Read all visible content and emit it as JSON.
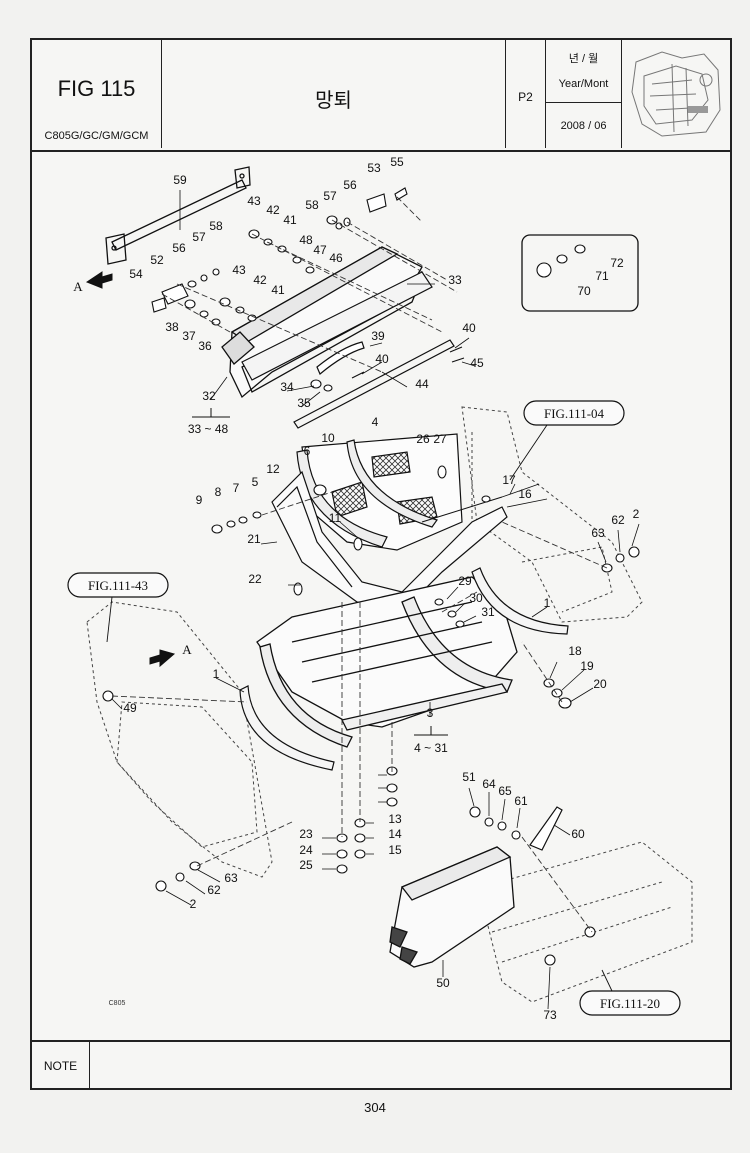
{
  "header": {
    "figure": "FIG 115",
    "models": "C805G/GC/GM/GCM",
    "title": "망퇴",
    "page_code": "P2",
    "date_label_kr": "년 / 월",
    "date_label_en": "Year/Mont",
    "date_value": "2008 / 06"
  },
  "diagram": {
    "refs": {
      "fig_111_04": "FIG.111-04",
      "fig_111_43": "FIG.111-43",
      "fig_111_20": "FIG.111-20"
    },
    "arrow_label": "A",
    "group_upper": "33 ~ 48",
    "group_lower": "4 ~ 31",
    "model_tag": "C805",
    "part_labels": [
      "1",
      "2",
      "3",
      "4",
      "5",
      "6",
      "7",
      "8",
      "9",
      "10",
      "11",
      "12",
      "13",
      "14",
      "15",
      "16",
      "17",
      "18",
      "19",
      "20",
      "21",
      "22",
      "23",
      "24",
      "25",
      "26",
      "27",
      "29",
      "30",
      "31",
      "32",
      "33",
      "34",
      "35",
      "36",
      "37",
      "38",
      "39",
      "40",
      "41",
      "42",
      "43",
      "44",
      "45",
      "46",
      "47",
      "48",
      "49",
      "50",
      "51",
      "52",
      "53",
      "54",
      "55",
      "56",
      "57",
      "58",
      "59",
      "60",
      "61",
      "62",
      "63",
      "64",
      "65",
      "70",
      "71",
      "72",
      "73"
    ]
  },
  "footer": {
    "note_label": "NOTE",
    "page_number": "304"
  }
}
